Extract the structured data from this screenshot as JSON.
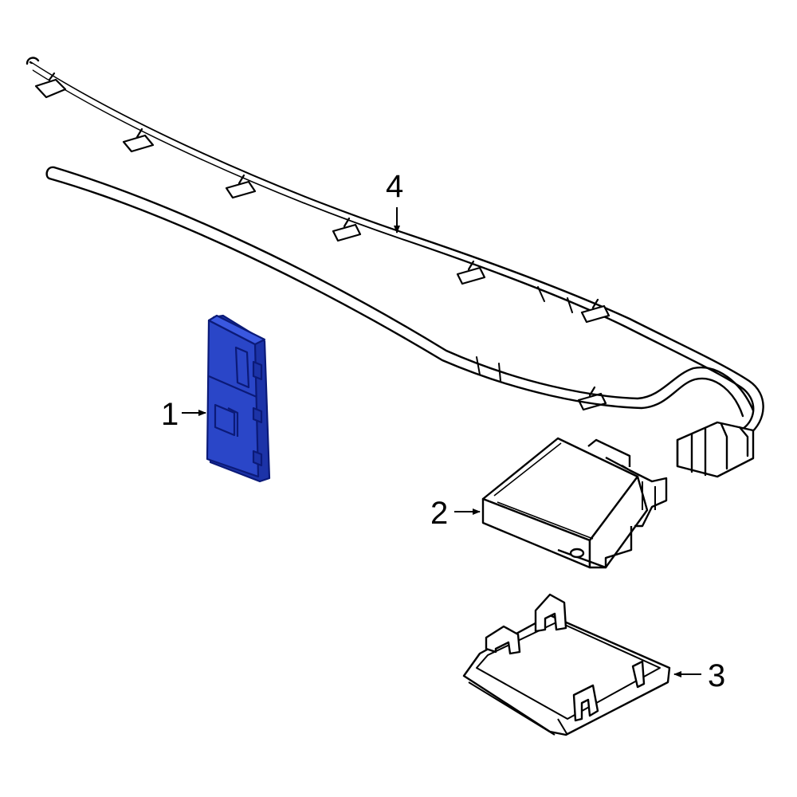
{
  "diagram": {
    "colors": {
      "background": "#ffffff",
      "line": "#000000",
      "highlight_fill": "#2a46c8",
      "highlight_dark": "#0b1a78"
    },
    "callouts": [
      {
        "id": "1",
        "label": "1",
        "arrow": "right"
      },
      {
        "id": "2",
        "label": "2",
        "arrow": "right"
      },
      {
        "id": "3",
        "label": "3",
        "arrow": "left"
      },
      {
        "id": "4",
        "label": "4",
        "arrow": "down"
      }
    ],
    "parts": [
      {
        "callout": "1",
        "name": "module-bracket",
        "highlighted": true
      },
      {
        "callout": "2",
        "name": "control-module",
        "highlighted": false
      },
      {
        "callout": "3",
        "name": "module-cover",
        "highlighted": false
      },
      {
        "callout": "4",
        "name": "wire-harness",
        "highlighted": false
      }
    ]
  }
}
